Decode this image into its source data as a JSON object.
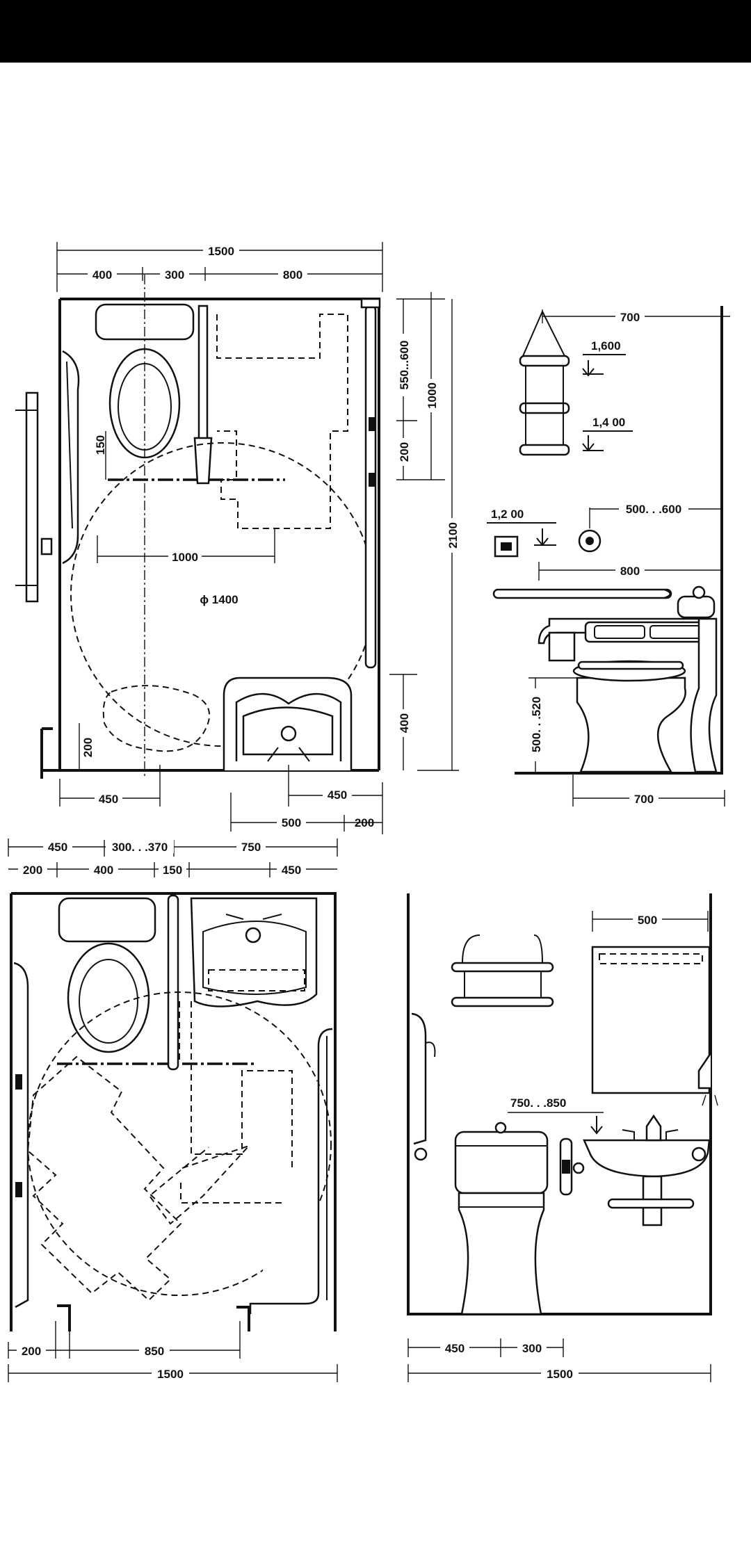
{
  "plan1": {
    "d_total_width": "1500",
    "d_400": "400",
    "d_300": "300",
    "d_800": "800",
    "d_550_600": "550...600",
    "d_1000_v": "1000",
    "d_200_v": "200",
    "d_2100": "2100",
    "d_150": "150",
    "d_1000_h": "1000",
    "d_circle": "ϕ 1400",
    "d_200_left": "200",
    "d_400_right": "400",
    "d_450_left": "450",
    "d_450_right": "450",
    "d_500": "500",
    "d_200_bottom": "200"
  },
  "elev1": {
    "d_700_top": "700",
    "d_1600": "1,600",
    "d_1400": "1,4 00",
    "d_1200": "1,2 00",
    "d_500_600": "500. . .600",
    "d_800": "800",
    "d_500_520": "500. . .520",
    "d_700_bottom": "700"
  },
  "plan2": {
    "d_450": "450",
    "d_300_370": "300. . .370",
    "d_750": "750",
    "d_200": "200",
    "d_400": "400",
    "d_150": "150",
    "d_450_right": "450",
    "d_200_bottom": "200",
    "d_850": "850",
    "d_1500": "1500"
  },
  "elev2": {
    "d_500": "500",
    "d_750_850": "750. . .850",
    "d_450": "450",
    "d_300": "300",
    "d_1500": "1500"
  }
}
